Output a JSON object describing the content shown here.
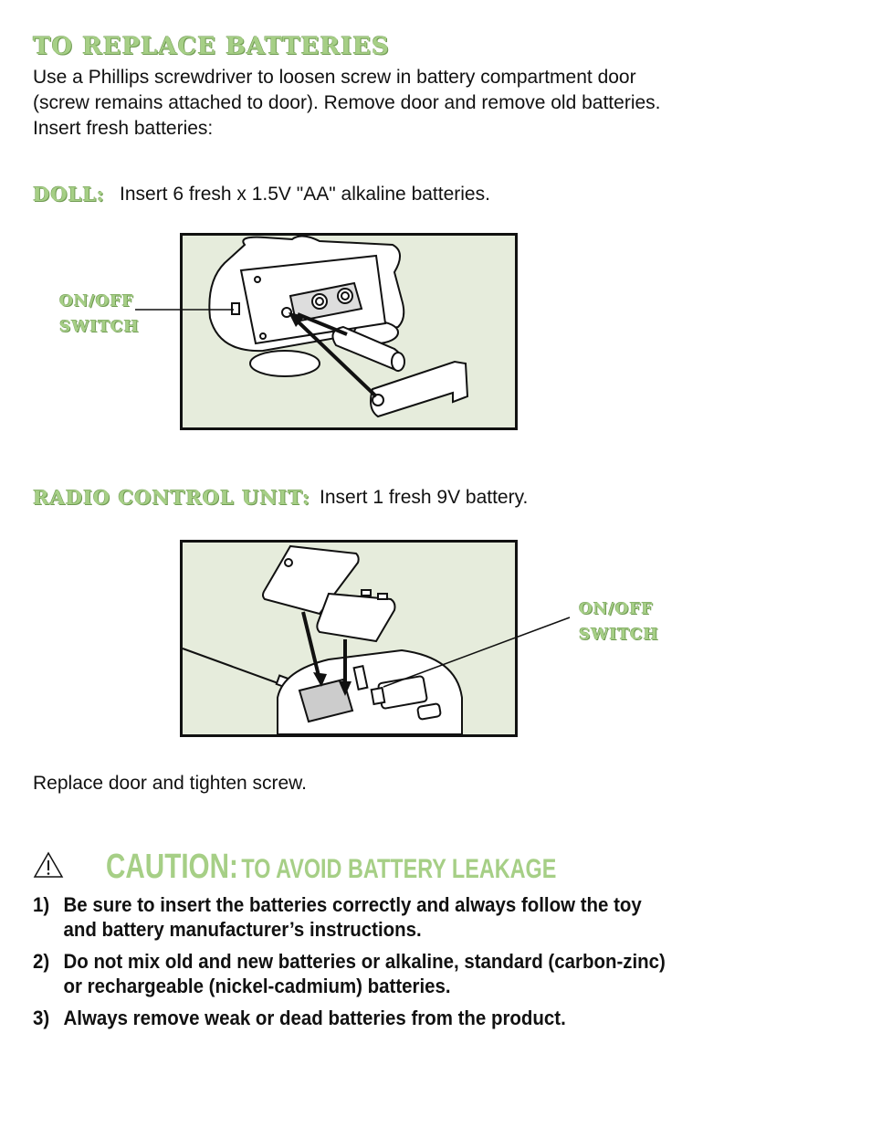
{
  "header": {
    "title": "TO REPLACE BATTERIES"
  },
  "intro": "Use a Phillips screwdriver to loosen screw in battery compartment door (screw remains attached to door). Remove door and remove old batteries.  Insert fresh batteries:",
  "doll": {
    "label": "DOLL:",
    "text": "Insert 6 fresh x 1.5V \"AA\" alkaline batteries."
  },
  "radio": {
    "label": "RADIO CONTROL UNIT:",
    "text": "Insert 1 fresh 9V battery."
  },
  "switch_label": {
    "line1": "ON/OFF",
    "line2": "SWITCH"
  },
  "replace": "Replace door and tighten screw.",
  "caution": {
    "big": "CAUTION:",
    "small": "TO AVOID BATTERY LEAKAGE",
    "items": [
      {
        "num": "1)",
        "text": "Be sure to insert the batteries correctly and always follow the toy and battery manufacturer’s instructions."
      },
      {
        "num": "2)",
        "text": "Do not mix old and new batteries or alkaline, standard (carbon-zinc) or rechargeable (nickel-cadmium) batteries."
      },
      {
        "num": "3)",
        "text": "Always remove weak or dead batteries from the product."
      }
    ]
  },
  "colors": {
    "accent_green": "#a6cf86",
    "figure_bg": "#e6ecdc",
    "text": "#111111"
  }
}
